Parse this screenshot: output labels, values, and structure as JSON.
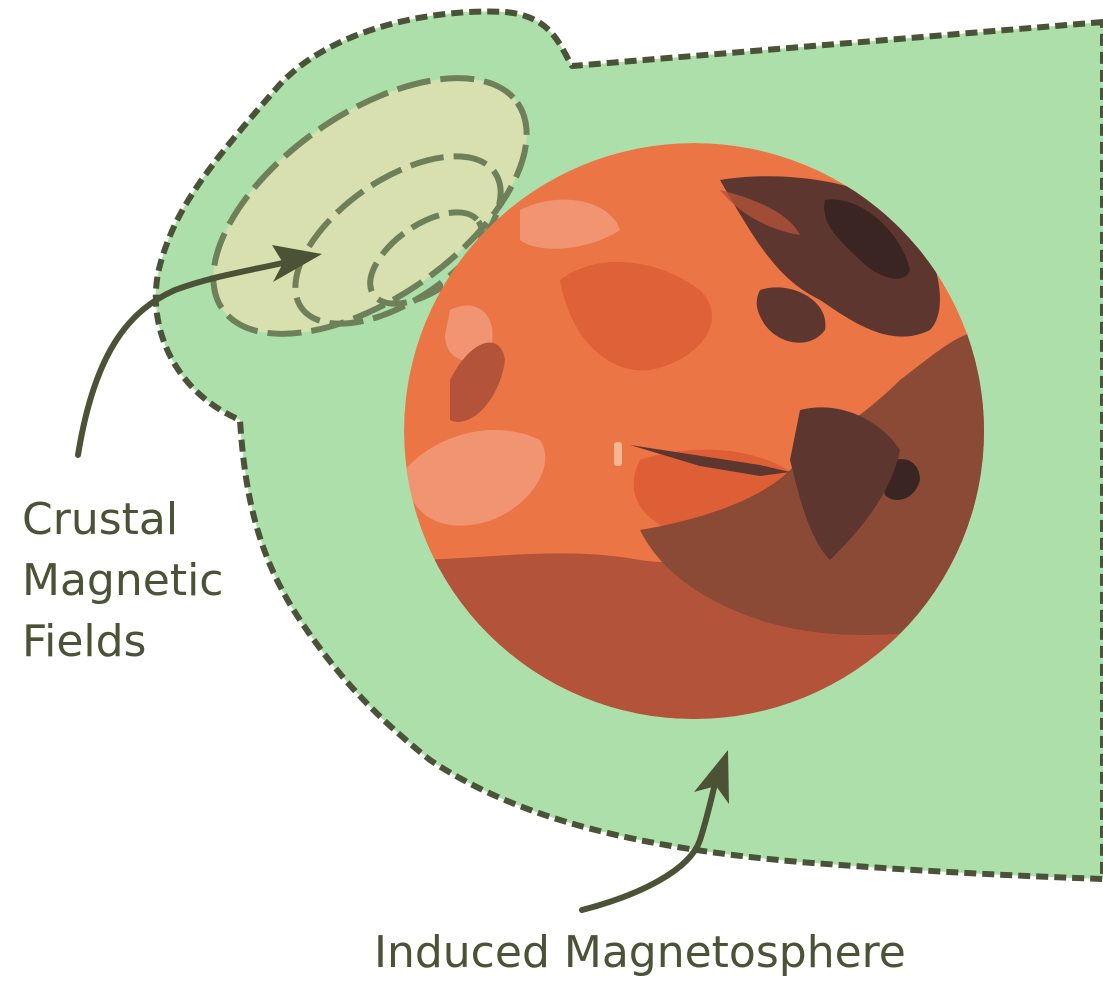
{
  "labels": {
    "crustal_line1": "Crustal",
    "crustal_line2": "Magnetic",
    "crustal_line3": "Fields",
    "induced": "Induced Magnetosphere"
  },
  "colors": {
    "magnetosphere_fill": "#addfab",
    "boundary_stroke": "#4a5238",
    "crustal_fill": "#d8e0b0",
    "crustal_stroke": "#6e8059",
    "arrow": "#4b5236",
    "mars_base": "#ec7545",
    "mars_dark": "#b2533a",
    "mars_darker": "#5c362f",
    "mars_light": "#f29c7c"
  }
}
